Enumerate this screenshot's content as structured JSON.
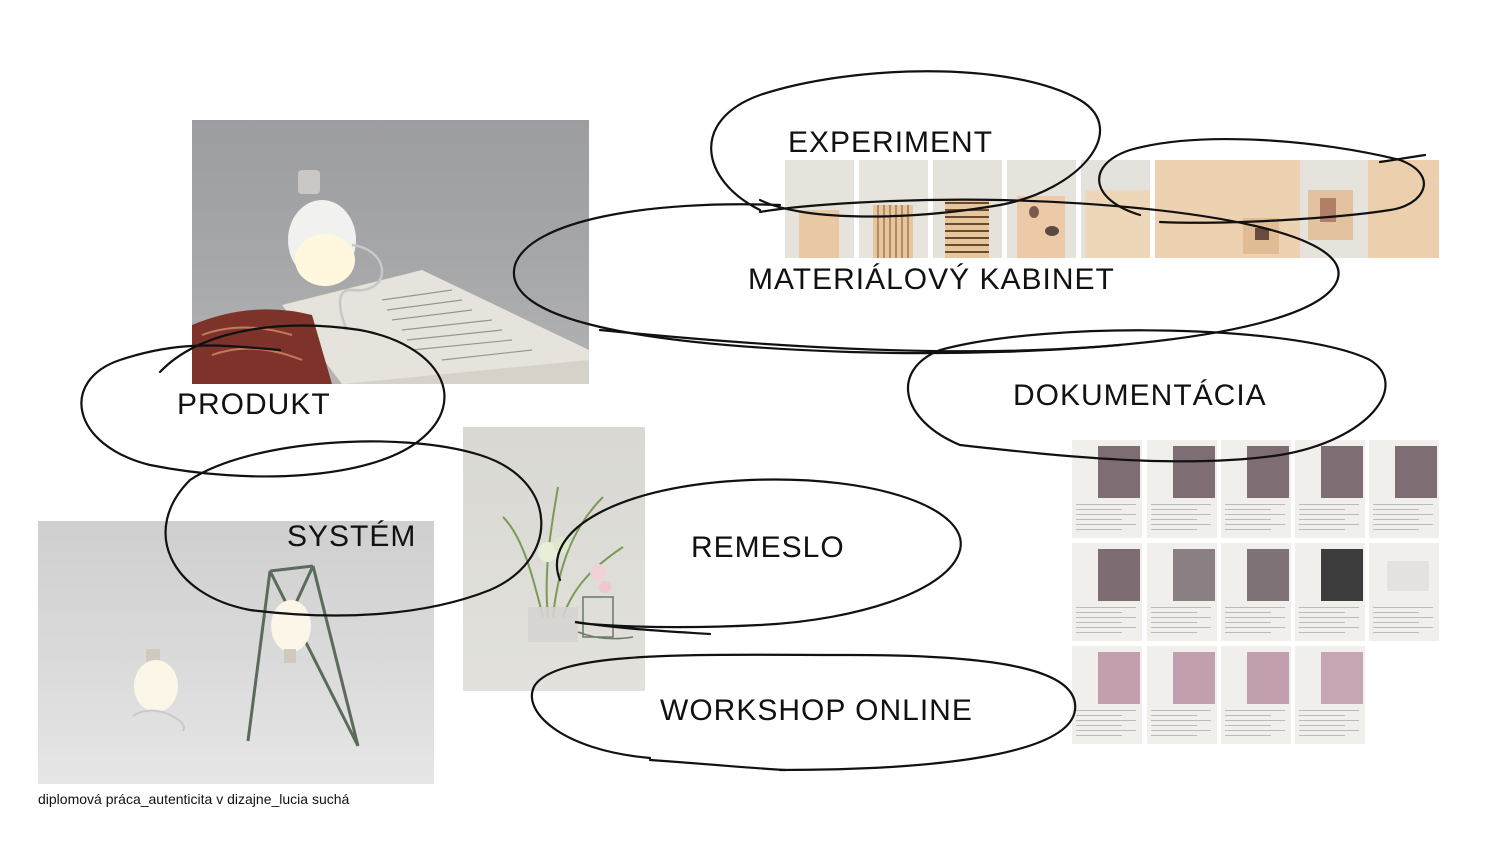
{
  "labels": {
    "experiment": "EXPERIMENT",
    "material": "MATERIÁLOVÝ KABINET",
    "produkt": "PRODUKT",
    "dokumentacia": "DOKUMENTÁCIA",
    "system": "SYSTÉM",
    "remeslo": "REMESLO",
    "workshop": "WORKSHOP ONLINE"
  },
  "caption": "diplomová práca_autenticita v dizajne_lucia suchá",
  "colors": {
    "stroke": "#111111",
    "photo_bg_gray": "#9fa0a2",
    "plywood": "#e9cda8",
    "doc_bg": "#f1efec"
  }
}
